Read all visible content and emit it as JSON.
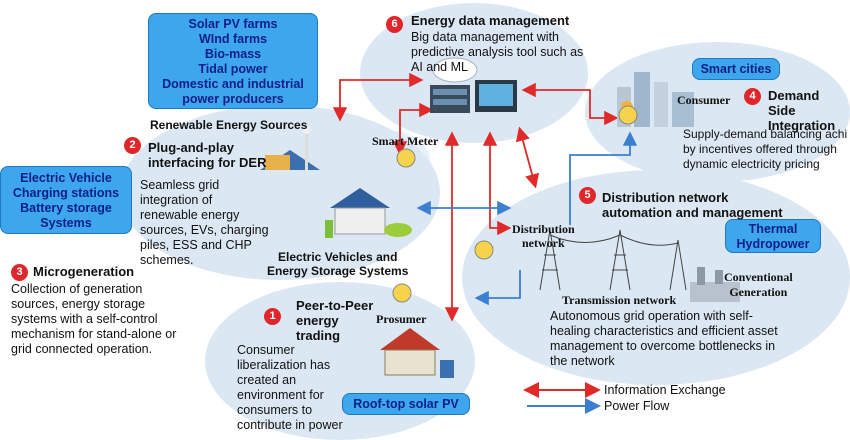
{
  "sources_box": [
    "Solar PV farms",
    "WInd farms",
    "Bio-mass",
    "Tidal power",
    "Domestic and industrial",
    "power producers"
  ],
  "ev_box": [
    "Electric Vehicle",
    "Charging stations",
    "Battery storage",
    "Systems"
  ],
  "renewable_label": "Renewable Energy Sources",
  "smart_meter_label": "Smart Meter",
  "ev_storage_label": [
    "Electric Vehicles and",
    "Energy Storage Systems"
  ],
  "distribution_label": [
    "Distribution",
    "network"
  ],
  "transmission_label": "Transmission network",
  "conventional_label": [
    "Conventional",
    "Generation"
  ],
  "consumer_label": "Consumer",
  "prosumer_label": "Prosumer",
  "smart_cities_box": "Smart cities",
  "thermal_box": [
    "Thermal",
    "Hydropower"
  ],
  "rooftop_box": "Roof-top solar PV",
  "sections": [
    {
      "num": "6",
      "title": [
        "Energy data management"
      ],
      "desc": [
        "Big data management with",
        "predictive analysis tool such as",
        "AI and ML"
      ]
    },
    {
      "num": "4",
      "title": [
        "Demand Side",
        "Integration"
      ],
      "desc": [
        "Supply-demand balancing achi",
        "by incentives offered through",
        "dynamic electricity pricing"
      ]
    },
    {
      "num": "2",
      "title": [
        "Plug-and-play",
        "interfacing for DER"
      ],
      "desc": [
        "Seamless grid",
        "integration of",
        "renewable energy",
        "sources, EVs, charging",
        "piles, ESS and CHP",
        "schemes."
      ]
    },
    {
      "num": "5",
      "title": [
        "Distribution network",
        "automation and management"
      ],
      "desc": [
        "Autonomous grid operation with self-",
        "healing characteristics and efficient asset",
        "management to overcome bottlenecks in",
        "the network"
      ]
    },
    {
      "num": "3",
      "title": [
        "Microgeneration"
      ],
      "desc": [
        "Collection of generation",
        "sources, energy storage",
        "systems with a self-control",
        "mechanism for stand-alone or",
        "grid connected operation."
      ]
    },
    {
      "num": "1",
      "title": [
        "Peer-to-Peer",
        "energy",
        "trading"
      ],
      "desc": [
        "Consumer",
        "liberalization has",
        "created an",
        "environment for",
        "consumers to",
        "contribute in power"
      ]
    }
  ],
  "legend": [
    {
      "label": "Information Exchange",
      "color": "#e02a2a"
    },
    {
      "label": "Power Flow",
      "color": "#3a7fd0"
    }
  ],
  "colors": {
    "info": "#e02a2a",
    "power": "#3a7fd0",
    "badge": "#e0262b",
    "box": "#3ea6ec",
    "ellipse": "#dbe8f3"
  }
}
